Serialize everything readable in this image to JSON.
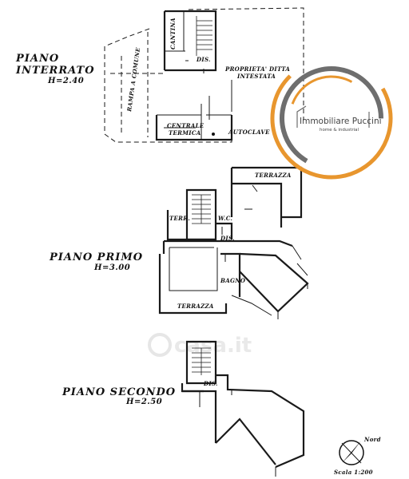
{
  "floors": {
    "interrato": {
      "title": "PIANO",
      "title2": "INTERRATO",
      "height": "H=2.40"
    },
    "primo": {
      "title": "PIANO PRIMO",
      "height": "H=3.00"
    },
    "secondo": {
      "title": "PIANO SECONDO",
      "height": "H=2.50"
    }
  },
  "rooms": {
    "cantina": "CANTINA",
    "dis_1": "DIS.",
    "proprieta_1": "PROPRIETA' DITTA",
    "proprieta_2": "INTESTATA",
    "rampa": "RAMPA A COMUNE",
    "centrale_1": "CENTRALE",
    "centrale_2": "TERMICA",
    "autoclave": "AUTOCLAVE",
    "terrazza_top": "TERRAZZA",
    "terr": "TERR.",
    "wc": "W.C.",
    "dis_2": "DIS.",
    "bagno": "BAGNO",
    "terrazza_bottom": "TERRAZZA",
    "dis_3": "DIS."
  },
  "logo": {
    "name": "Immobiliare Puccini",
    "tagline": "home & industrial"
  },
  "watermark": "casa.it",
  "compass": {
    "label": "Nord"
  },
  "scale": "Scala 1:200",
  "colors": {
    "logo_orange": "#E8962E",
    "logo_gray": "#6e6e6e"
  }
}
